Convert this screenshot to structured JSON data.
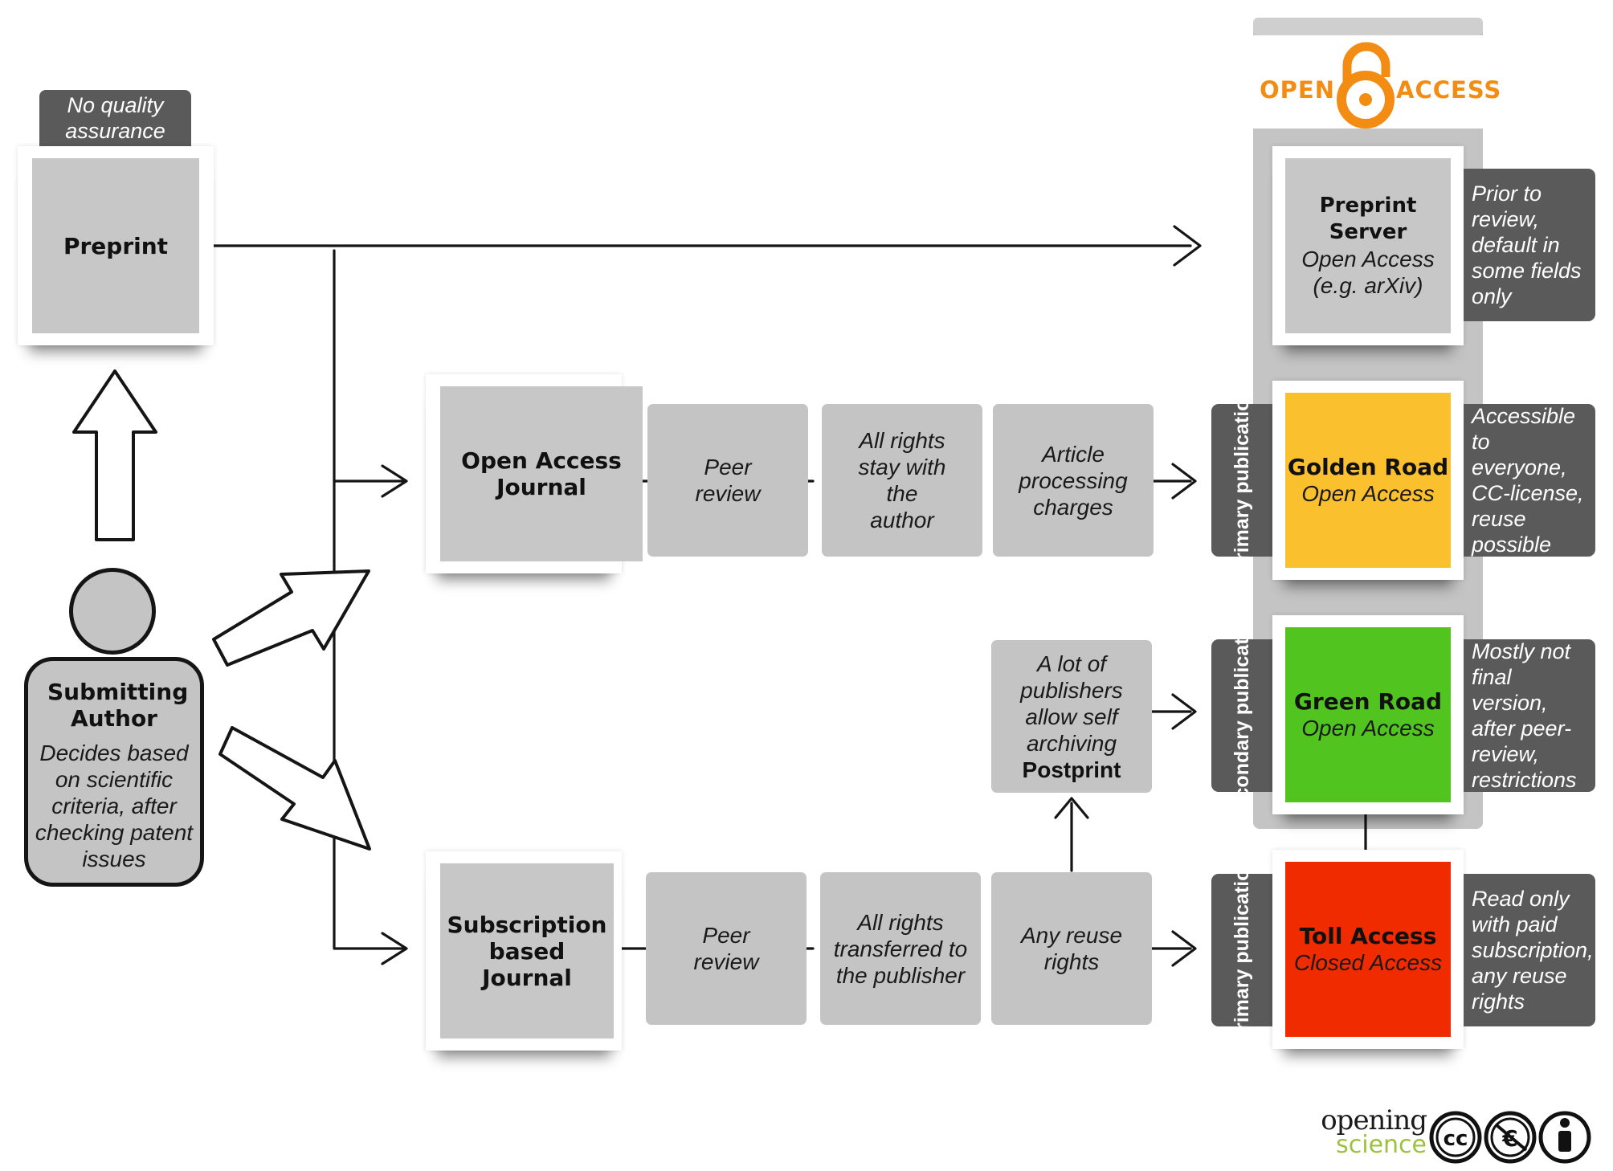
{
  "header": {
    "no_quality": "No quality assurance"
  },
  "author": {
    "title": "Submitting Author",
    "desc": "Decides based on scientific criteria, after checking patent issues"
  },
  "preprint": {
    "label": "Preprint"
  },
  "oa_journal": {
    "label": "Open Access Journal"
  },
  "sub_journal": {
    "label": "Subscription based Journal"
  },
  "oa_steps": [
    "Peer review",
    "All rights stay with the author",
    "Article processing charges"
  ],
  "sub_steps": [
    "Peer review",
    "All rights transferred to the publisher",
    "Any reuse rights"
  ],
  "postprint": {
    "text": "A lot of publishers allow self archiving",
    "bold": "Postprint"
  },
  "open_access_logo": {
    "left": "OPEN",
    "right": "ACCESS",
    "color": "#f28c13"
  },
  "outcomes": {
    "preprint_server": {
      "title": "Preprint Server",
      "sub1": "Open Access",
      "sub2": "(e.g. arXiv)",
      "desc": "Prior to review, default in some fields only",
      "color": "#c7c7c7"
    },
    "golden": {
      "label": "Primary publication",
      "title": "Golden Road",
      "sub1": "Open Access",
      "desc": "Accessible to everyone, CC-license, reuse possible",
      "color": "#fbc02d"
    },
    "green": {
      "label": "Secondary publication",
      "title": "Green Road",
      "sub1": "Open Access",
      "desc": "Mostly not final version, after peer-review, restrictions",
      "color": "#52c41f"
    },
    "toll": {
      "label": "Primary publication",
      "title": "Toll Access",
      "sub1": "Closed Access",
      "desc": "Read only with paid subscription, any reuse rights",
      "color": "#f02b00"
    }
  },
  "footer": {
    "brand_top": "opening",
    "brand_bottom": "science",
    "license_icons": [
      "cc-icon",
      "non-commercial-icon",
      "attribution-icon"
    ]
  }
}
